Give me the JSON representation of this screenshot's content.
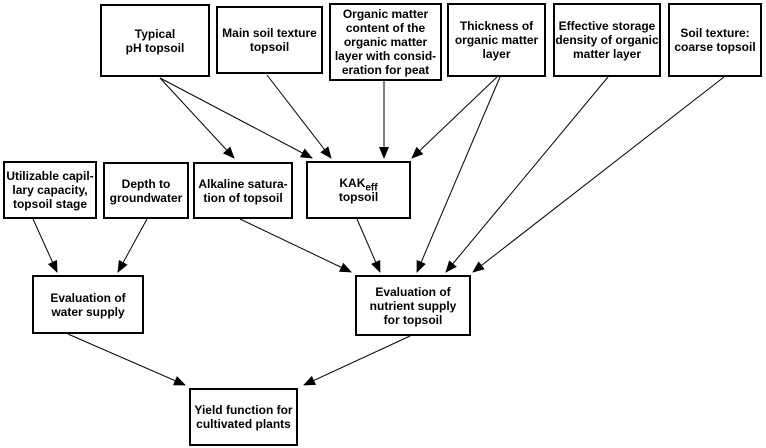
{
  "colors": {
    "background": "#ffffff",
    "box_border": "#000000",
    "text": "#000000",
    "arrow": "#000000"
  },
  "nodes": {
    "typical_ph": {
      "lines": [
        "Typical",
        "pH topsoil"
      ]
    },
    "main_texture": {
      "lines": [
        "Main soil texture",
        "topsoil"
      ]
    },
    "organic_content": {
      "lines": [
        "Organic matter",
        "content of the",
        "organic matter",
        "layer with consid-",
        "eration for peat"
      ]
    },
    "thickness": {
      "lines": [
        "Thickness of",
        "organic matter",
        "layer"
      ]
    },
    "storage_density": {
      "lines": [
        "Effective storage",
        "density of organic",
        "matter layer"
      ]
    },
    "coarse_texture": {
      "lines": [
        "Soil texture:",
        "coarse topsoil"
      ]
    },
    "utilizable_capillary": {
      "lines": [
        "Utilizable capil-",
        "lary capacity,",
        "topsoil stage"
      ]
    },
    "depth_groundwater": {
      "lines": [
        "Depth to",
        "groundwater"
      ]
    },
    "alkaline_saturation": {
      "lines": [
        "Alkaline satura-",
        "tion of topsoil"
      ]
    },
    "kak_eff": {
      "prefix": "KAK",
      "subscript": "eff",
      "line2": "topsoil"
    },
    "water_supply": {
      "lines": [
        "Evaluation of",
        "water supply"
      ]
    },
    "nutrient_supply": {
      "lines": [
        "Evaluation of",
        "nutrient supply",
        "for topsoil"
      ]
    },
    "yield_function": {
      "lines": [
        "Yield function for",
        "cultivated plants"
      ]
    }
  },
  "edges": [
    {
      "from": "typical_ph",
      "to": "alkaline_saturation"
    },
    {
      "from": "typical_ph",
      "to": "kak_eff"
    },
    {
      "from": "main_texture",
      "to": "kak_eff"
    },
    {
      "from": "organic_content",
      "to": "kak_eff"
    },
    {
      "from": "thickness",
      "to": "kak_eff"
    },
    {
      "from": "thickness",
      "to": "nutrient_supply"
    },
    {
      "from": "storage_density",
      "to": "nutrient_supply"
    },
    {
      "from": "coarse_texture",
      "to": "nutrient_supply"
    },
    {
      "from": "utilizable_capillary",
      "to": "water_supply"
    },
    {
      "from": "depth_groundwater",
      "to": "water_supply"
    },
    {
      "from": "alkaline_saturation",
      "to": "nutrient_supply"
    },
    {
      "from": "kak_eff",
      "to": "nutrient_supply"
    },
    {
      "from": "water_supply",
      "to": "yield_function"
    },
    {
      "from": "nutrient_supply",
      "to": "yield_function"
    }
  ]
}
